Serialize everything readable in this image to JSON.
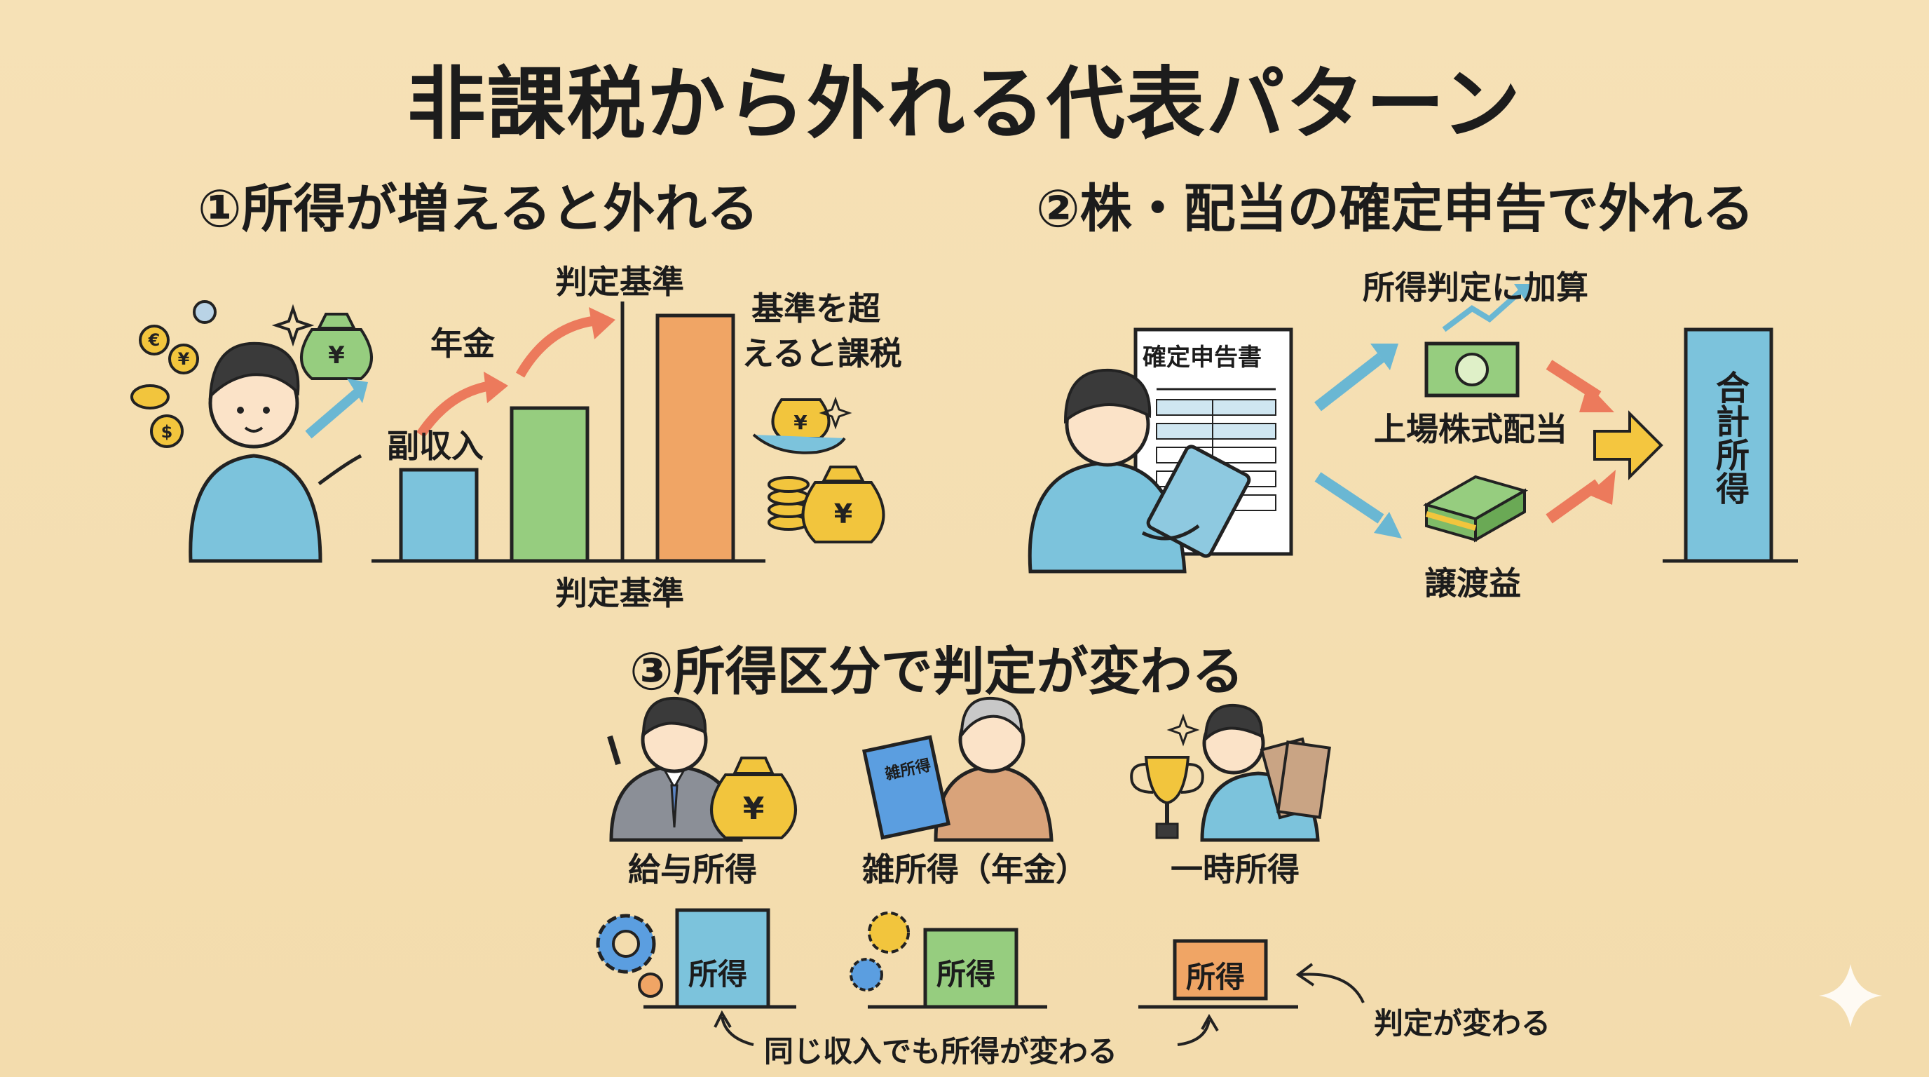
{
  "title": "非課税から外れる代表パターン",
  "section1": {
    "heading": "①所得が増えると外れる",
    "label_side_income": "副収入",
    "label_pension": "年金",
    "label_threshold_top": "判定基準",
    "label_threshold_bottom": "判定基準",
    "label_taxed_line1": "基準を超",
    "label_taxed_line2": "えると課税"
  },
  "section2": {
    "heading": "②株・配当の確定申告で外れる",
    "form_title": "確定申告書",
    "label_add": "所得判定に加算",
    "label_dividend": "上場株式配当",
    "label_capital_gain": "譲渡益",
    "label_total": "合計所得"
  },
  "section3": {
    "heading": "③所得区分で判定が変わる",
    "categories": [
      "給与所得",
      "雑所得（年金）",
      "一時所得"
    ],
    "book_label": "雑所得",
    "box_label": "所得",
    "note_same_income": "同じ収入でも所得が変わる",
    "note_judgement": "判定が変わる"
  },
  "colors": {
    "background": "#f5deb3",
    "blue": "#7cc3dc",
    "green": "#96cd7f",
    "orange": "#f0a565",
    "gold": "#f2c53d",
    "arrow_blue": "#6ab7d3",
    "arrow_red": "#ec7a5c",
    "arrow_yellow": "#f4c63f"
  },
  "icons": [
    "yen-coin-icon",
    "money-bag-icon",
    "sparkle-icon",
    "trophy-icon",
    "gear-icon",
    "banknote-icon",
    "cash-stack-icon",
    "tablet-icon"
  ]
}
